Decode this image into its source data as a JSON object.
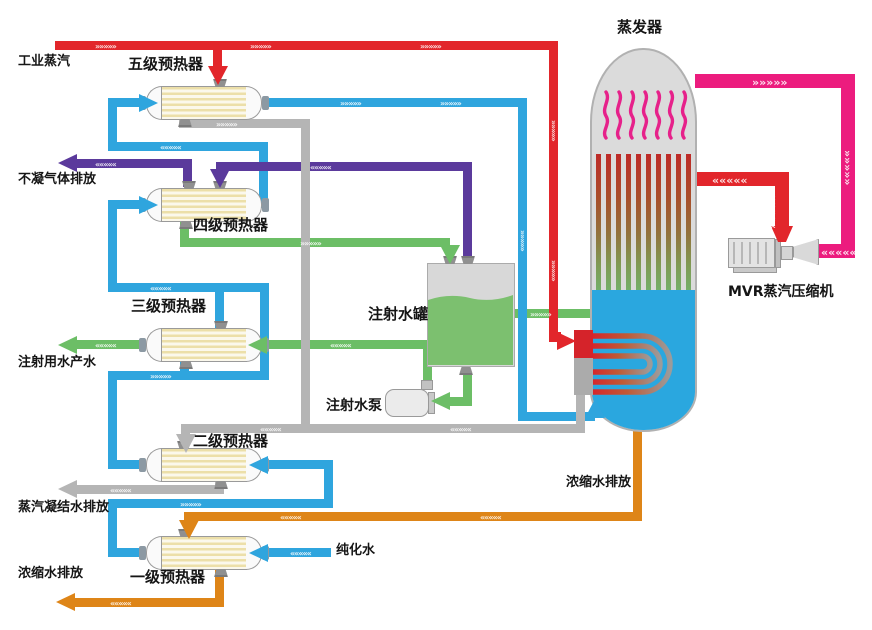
{
  "labels": {
    "industrial_steam": "工业蒸汽",
    "preheater5": "五级预热器",
    "noncondensable_vent": "不凝气体排放",
    "preheater4": "四级预热器",
    "preheater3": "三级预热器",
    "wfi_product": "注射用水产水",
    "injection_water_tank": "注射水罐",
    "injection_water_pump": "注射水泵",
    "preheater2": "二级预热器",
    "steam_condensate_discharge": "蒸汽凝结水排放",
    "concentrate_discharge_right": "浓缩水排放",
    "preheater1": "一级预热器",
    "purified_water": "纯化水",
    "concentrate_discharge_left": "浓缩水排放",
    "evaporator": "蒸发器",
    "mvr_compressor": "MVR蒸汽压缩机"
  },
  "flow_markers": {
    "right": "»»»»»",
    "left": "«««««"
  },
  "colors": {
    "steam_red": "#E2262B",
    "vapor_magenta": "#EC1C7E",
    "feed_blue": "#2FA5DE",
    "vent_purple": "#5B3A9C",
    "wfi_green": "#6CBE66",
    "condensate_gray": "#B5B5B5",
    "concentrate_orange": "#DE8518",
    "tank_green": "#7CC06F",
    "evaporator_liquid_blue": "#2AA7DF"
  }
}
